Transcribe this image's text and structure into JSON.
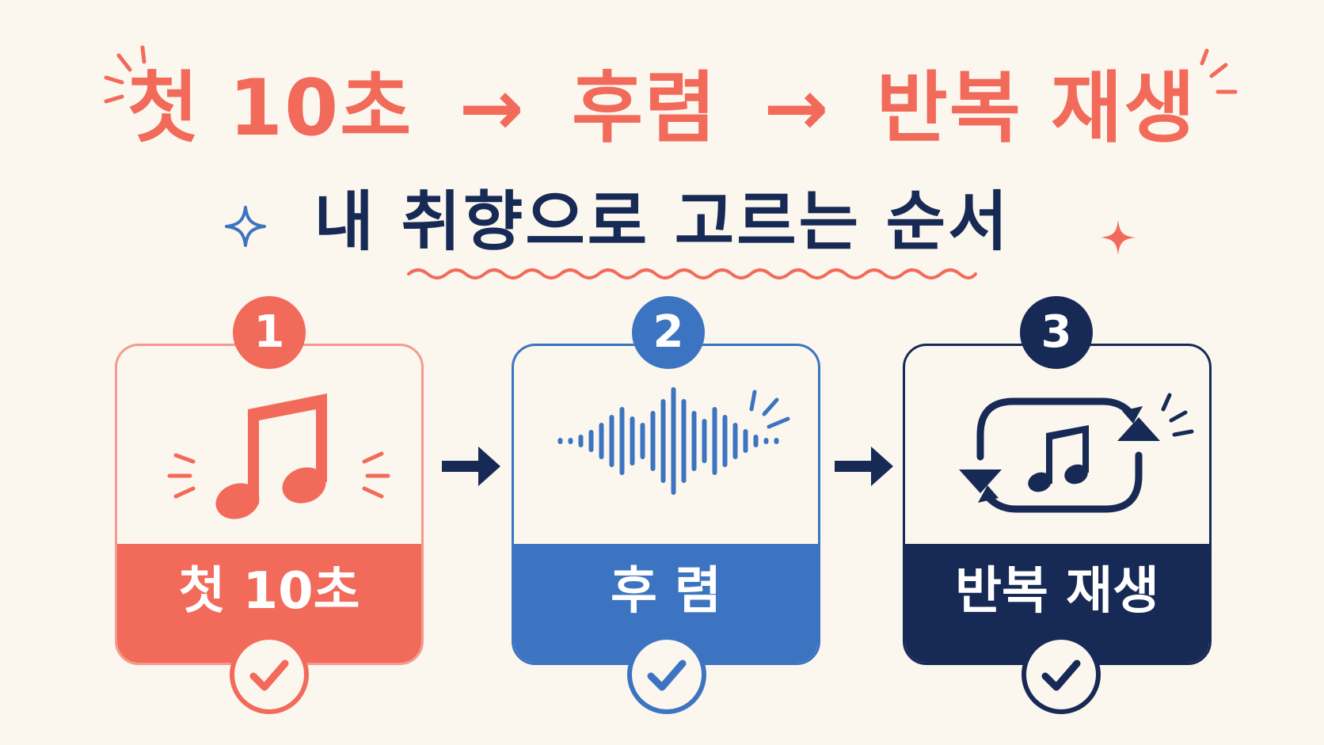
{
  "title": {
    "step1": "첫 10초",
    "sep1": "→",
    "step2": "후렴",
    "sep2": "→",
    "step3": "반복 재생"
  },
  "subtitle": "내 취향으로 고르는 순서",
  "colors": {
    "coral": "#f26a5a",
    "blue": "#3d74c1",
    "navy": "#172a55",
    "background": "#fbf6ee"
  },
  "steps": [
    {
      "number": "1",
      "label": "첫 10초",
      "icon": "music-note-icon"
    },
    {
      "number": "2",
      "label": "후 렴",
      "icon": "sound-wave-icon"
    },
    {
      "number": "3",
      "label": "반복 재생",
      "icon": "repeat-music-icon"
    }
  ]
}
